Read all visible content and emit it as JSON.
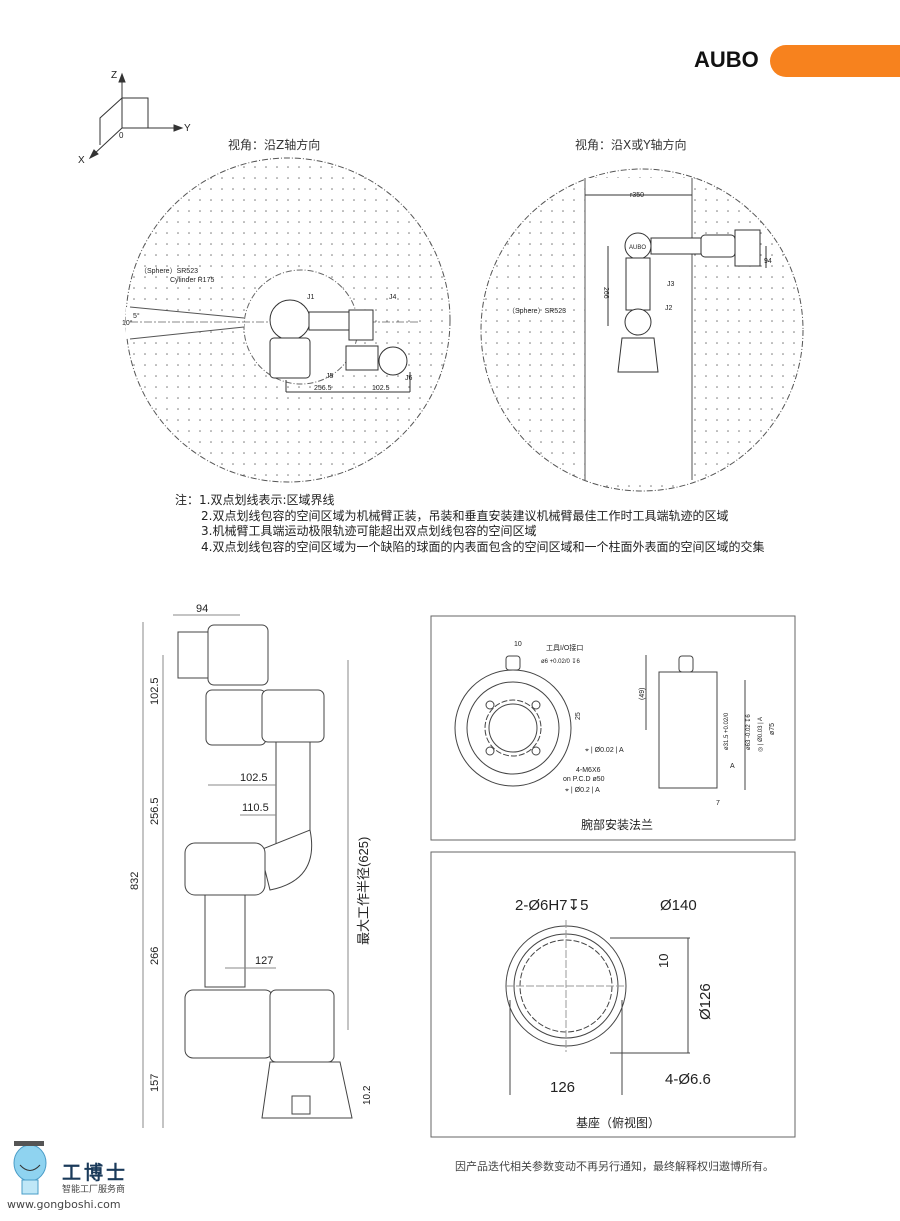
{
  "header": {
    "brand": "AUBO",
    "accent_color": "#F7821E"
  },
  "axes_icon": {
    "z": "Z",
    "y": "Y",
    "x": "X",
    "origin": "0"
  },
  "views": {
    "z_view": {
      "caption": "视角：沿Z轴方向",
      "sphere": "（Sphere）SR523",
      "cylinder": "Cylinder R175",
      "angle_5": "5°",
      "angle_10": "10°",
      "j1": "J1",
      "j4": "J4",
      "j5": "J5",
      "j6": "J6",
      "dim_1": "256.5",
      "dim_2": "102.5"
    },
    "xy_view": {
      "caption": "视角：沿X或Y轴方向",
      "r350": "r350",
      "dim_266": "266",
      "dim_94": "94",
      "j2": "J2",
      "j3": "J3",
      "sphere": "（Sphere）SR523",
      "logo_mark": "AUBO"
    }
  },
  "notes": {
    "prefix": "注：",
    "items": [
      "1.双点划线表示:区域界线",
      "2.双点划线包容的空间区域为机械臂正装，吊装和垂直安装建议机械臂最佳工作时工具端轨迹的区域",
      "3.机械臂工具端运动极限轨迹可能超出双点划线包容的空间区域",
      "4.双点划线包容的空间区域为一个缺陷的球面的内表面包含的空间区域和一个柱面外表面的空间区域的交集"
    ]
  },
  "side_view": {
    "d94": "94",
    "d102_5a": "102.5",
    "d102_5b": "102.5",
    "d110_5": "110.5",
    "d256_5": "256.5",
    "d832": "832",
    "d266": "266",
    "d127": "127",
    "d157": "157",
    "d10_2": "10.2",
    "max_radius": "最大工作半径(625)"
  },
  "flange": {
    "title": "腕部安装法兰",
    "io": "工具I/O接口",
    "d10": "10",
    "hole": "ø6 +0.02/0 ↧6",
    "d25": "25",
    "tol1": "⌖ | Ø0.02 | A",
    "m6": "4-M6X6",
    "pcd": "on P.C.D ø50",
    "tol2": "⌖ | Ø0.2 | A",
    "d49": "(49)",
    "d31": "ø31.5 +0.02/0",
    "d63": "ø63 -0.02 ↧6",
    "tol3": "◎ | Ø0.03 | A",
    "d75": "ø75",
    "d7": "7",
    "datum": "A"
  },
  "base": {
    "title": "基座（俯视图）",
    "holes2": "2-Ø6H7↧5",
    "d140": "Ø140",
    "d10": "10",
    "d126v": "Ø126",
    "d126h": "126",
    "holes4": "4-Ø6.6"
  },
  "footer": {
    "disclaimer": "因产品迭代相关参数变动不再另行通知，最终解释权归遨博所有。",
    "logo_name": "工博士",
    "logo_tagline": "智能工厂服务商",
    "logo_url": "www.gongboshi.com"
  }
}
